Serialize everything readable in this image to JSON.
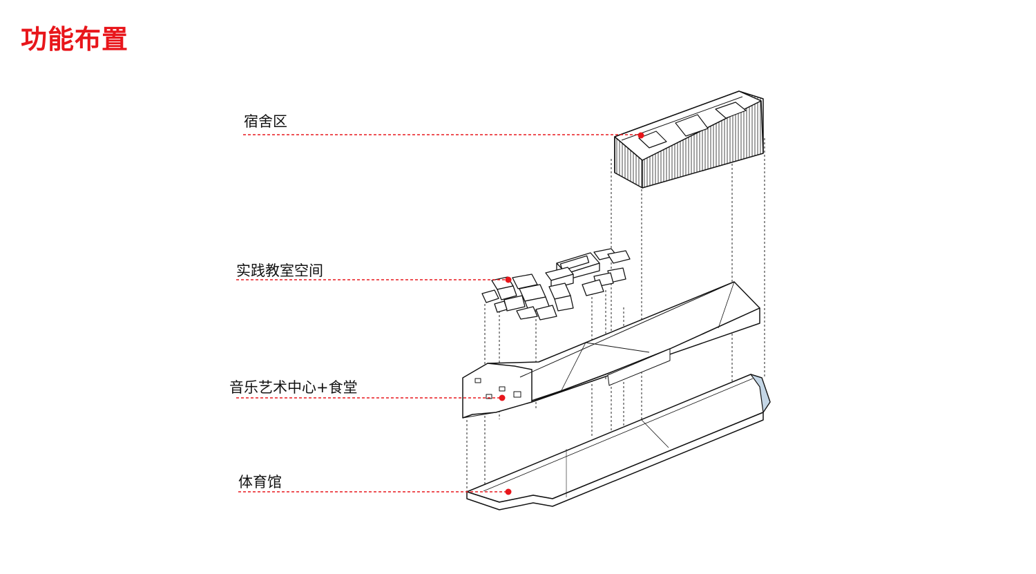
{
  "page": {
    "title": "功能布置",
    "accent_color": "#e8161b"
  },
  "callouts": [
    {
      "id": "dormitory",
      "label": "宿舍区"
    },
    {
      "id": "classroom",
      "label": "实践教室空间"
    },
    {
      "id": "music-canteen",
      "label": "音乐艺术中心+食堂"
    },
    {
      "id": "gymnasium",
      "label": "体育馆"
    }
  ]
}
